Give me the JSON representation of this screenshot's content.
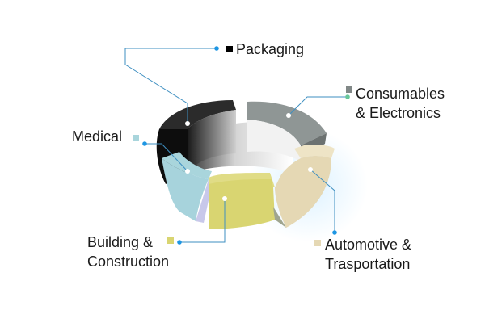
{
  "diagram": {
    "segments": [
      {
        "id": "packaging",
        "label": "Packaging",
        "color": "#0d0d0d"
      },
      {
        "id": "consumables",
        "label": "Consumables\n& Electronics",
        "color": "#818887"
      },
      {
        "id": "automotive",
        "label": "Automotive &\nTrasportation",
        "color": "#e5d8b4"
      },
      {
        "id": "building",
        "label": "Building &\nConstruction",
        "color": "#d9d571"
      },
      {
        "id": "medical",
        "label": "Medical",
        "color": "#a9d5dc"
      }
    ],
    "connector_color": "#3e8fc1",
    "dot_color": "#1e96e3"
  }
}
